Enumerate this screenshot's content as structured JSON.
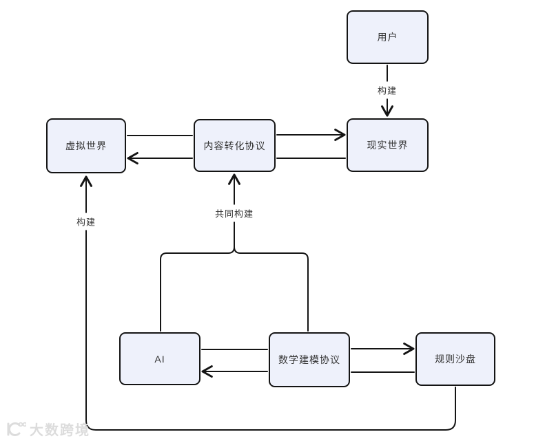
{
  "diagram": {
    "nodes": {
      "user": {
        "label": "用户"
      },
      "virtual_world": {
        "label": "虚拟世界"
      },
      "content_protocol": {
        "label": "内容转化协议"
      },
      "real_world": {
        "label": "现实世界"
      },
      "ai": {
        "label": "AI"
      },
      "math_protocol": {
        "label": "数学建模协议"
      },
      "rule_sandbox": {
        "label": "规则沙盘"
      }
    },
    "edge_labels": {
      "user_build": "构建",
      "joint_build": "共同构建",
      "sandbox_build": "构建"
    },
    "edges": [
      {
        "from": "用户",
        "to": "现实世界",
        "label": "构建",
        "arrow": true
      },
      {
        "from": "虚拟世界",
        "to": "内容转化协议",
        "label": "",
        "arrow": false
      },
      {
        "from": "内容转化协议",
        "to": "现实世界",
        "label": "",
        "arrow": true
      },
      {
        "from": "现实世界",
        "to": "内容转化协议",
        "label": "",
        "arrow": false
      },
      {
        "from": "内容转化协议",
        "to": "虚拟世界",
        "label": "",
        "arrow": true
      },
      {
        "from": "AI",
        "to": "内容转化协议",
        "label": "共同构建",
        "arrow": true
      },
      {
        "from": "数学建模协议",
        "to": "内容转化协议",
        "label": "共同构建",
        "arrow": true
      },
      {
        "from": "AI",
        "to": "数学建模协议",
        "label": "",
        "arrow": false
      },
      {
        "from": "数学建模协议",
        "to": "AI",
        "label": "",
        "arrow": true
      },
      {
        "from": "数学建模协议",
        "to": "规则沙盘",
        "label": "",
        "arrow": true
      },
      {
        "from": "规则沙盘",
        "to": "数学建模协议",
        "label": "",
        "arrow": false
      },
      {
        "from": "规则沙盘",
        "to": "虚拟世界",
        "label": "构建",
        "arrow": true
      }
    ],
    "colors": {
      "node_fill": "#eef1fb",
      "node_border": "#141414",
      "line": "#141414",
      "text": "#333333",
      "watermark": "#dcdcdc"
    }
  },
  "watermark": {
    "text": "大数跨境"
  }
}
